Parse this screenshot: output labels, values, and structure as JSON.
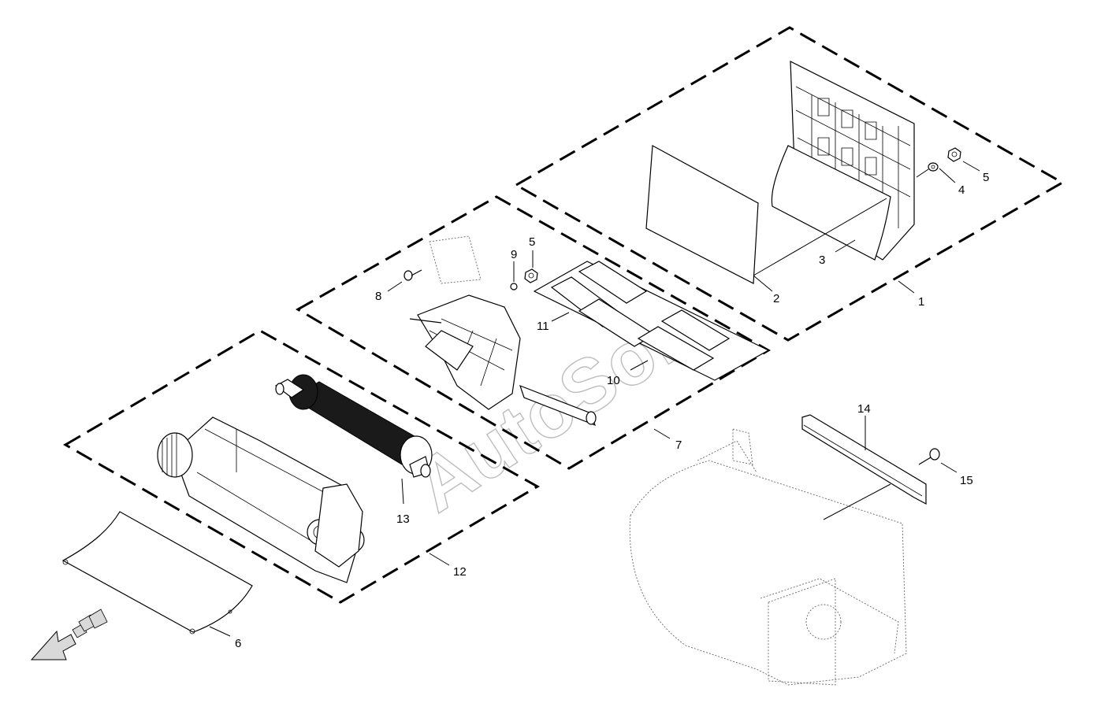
{
  "labels": {
    "l1": "1",
    "l2": "2",
    "l3": "3",
    "l4": "4",
    "l5a": "5",
    "l5b": "5",
    "l6": "6",
    "l7": "7",
    "l8": "8",
    "l9": "9",
    "l10": "10",
    "l11": "11",
    "l12": "12",
    "l13": "13",
    "l14": "14",
    "l15": "15"
  },
  "watermark": "AutoSoft"
}
